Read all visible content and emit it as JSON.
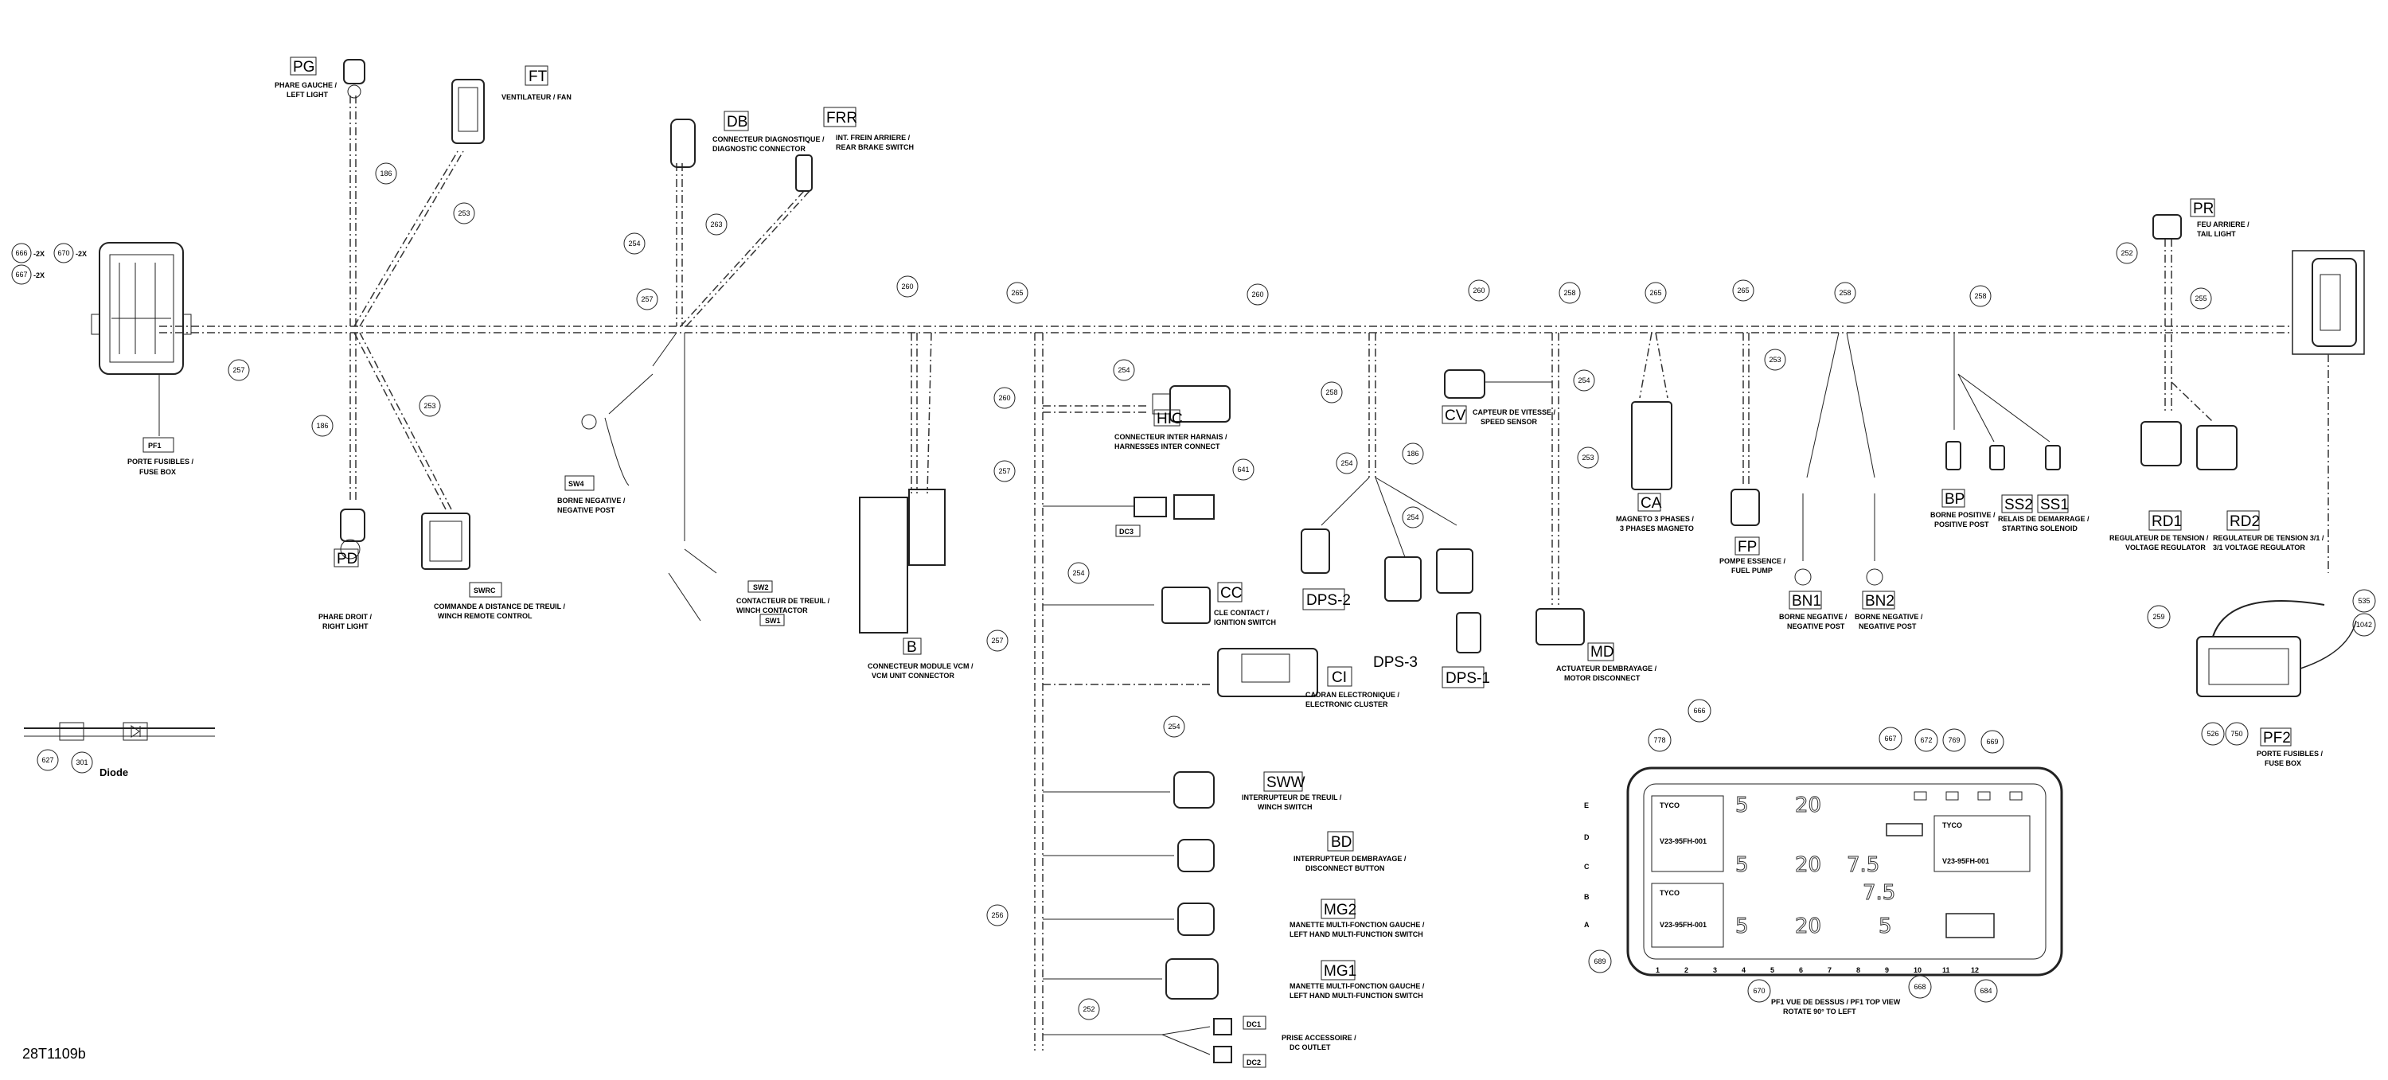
{
  "drawing_id": "28T1109b",
  "diode_label": "Diode",
  "diode_numbers": [
    "627",
    "301"
  ],
  "fusebox_refs": [
    {
      "num": "666",
      "mult": "-2X"
    },
    {
      "num": "670",
      "mult": "-2X"
    },
    {
      "num": "667",
      "mult": "-2X"
    }
  ],
  "top_connectors": [
    {
      "code": "PG",
      "desc1": "PHARE GAUCHE /",
      "desc2": "LEFT LIGHT"
    },
    {
      "code": "FT",
      "desc1": "VENTILATEUR / FAN",
      "desc2": ""
    },
    {
      "code": "DB",
      "desc1": "CONNECTEUR DIAGNOSTIQUE /",
      "desc2": "DIAGNOSTIC CONNECTOR"
    },
    {
      "code": "FRR",
      "desc1": "INT. FREIN ARRIERE /",
      "desc2": "REAR BRAKE SWITCH"
    },
    {
      "code": "PR",
      "desc1": "FEU ARRIERE /",
      "desc2": "TAIL LIGHT"
    }
  ],
  "mid_connectors": [
    {
      "code": "PF1",
      "desc1": "PORTE FUSIBLES /",
      "desc2": "FUSE BOX"
    },
    {
      "code": "PD",
      "desc1": "PHARE DROIT /",
      "desc2": "RIGHT LIGHT"
    },
    {
      "code": "SWRC",
      "desc1": "COMMANDE A DISTANCE DE TREUIL /",
      "desc2": "WINCH REMOTE CONTROL"
    },
    {
      "code": "SW4",
      "desc1": "BORNE NEGATIVE /",
      "desc2": "NEGATIVE POST"
    },
    {
      "code": "SW2",
      "desc1": "CONTACTEUR DE TREUIL /",
      "desc2": "WINCH CONTACTOR"
    },
    {
      "code": "SW1",
      "desc1": "",
      "desc2": ""
    },
    {
      "code": "B",
      "desc1": "CONNECTEUR MODULE VCM /",
      "desc2": "VCM UNIT CONNECTOR"
    },
    {
      "code": "HIC",
      "desc1": "CONNECTEUR INTER HARNAIS /",
      "desc2": "HARNESSES INTER CONNECT"
    },
    {
      "code": "DC3",
      "desc1": "",
      "desc2": ""
    },
    {
      "code": "CC",
      "desc1": "CLE CONTACT /",
      "desc2": "IGNITION SWITCH"
    },
    {
      "code": "CI",
      "desc1": "CADRAN ELECTRONIQUE /",
      "desc2": "ELECTRONIC CLUSTER"
    },
    {
      "code": "DPS-3",
      "desc1": "",
      "desc2": ""
    },
    {
      "code": "DPS-2",
      "desc1": "",
      "desc2": ""
    },
    {
      "code": "DPS-1",
      "desc1": "",
      "desc2": ""
    },
    {
      "code": "CV",
      "desc1": "CAPTEUR DE VITESSE /",
      "desc2": "SPEED SENSOR"
    },
    {
      "code": "MD",
      "desc1": "ACTUATEUR DEMBRAYAGE /",
      "desc2": "MOTOR DISCONNECT"
    },
    {
      "code": "CA",
      "desc1": "MAGNETO 3 PHASES /",
      "desc2": "3 PHASES MAGNETO"
    },
    {
      "code": "FP",
      "desc1": "POMPE ESSENCE /",
      "desc2": "FUEL PUMP"
    },
    {
      "code": "BN1",
      "desc1": "BORNE NEGATIVE /",
      "desc2": "NEGATIVE POST"
    },
    {
      "code": "BN2",
      "desc1": "BORNE NEGATIVE /",
      "desc2": "NEGATIVE POST"
    },
    {
      "code": "BP",
      "desc1": "BORNE POSITIVE /",
      "desc2": "POSITIVE POST"
    },
    {
      "code": "SS2",
      "desc1": "RELAIS DE DEMARRAGE /",
      "desc2": "STARTING SOLENOID"
    },
    {
      "code": "SS1",
      "desc1": "",
      "desc2": ""
    },
    {
      "code": "RD1",
      "desc1": "REGULATEUR DE TENSION /",
      "desc2": "VOLTAGE REGULATOR"
    },
    {
      "code": "RD2",
      "desc1": "REGULATEUR DE TENSION 3/1 /",
      "desc2": "3/1 VOLTAGE REGULATOR"
    },
    {
      "code": "PF2",
      "desc1": "PORTE FUSIBLES /",
      "desc2": "FUSE BOX"
    }
  ],
  "lower_connectors": [
    {
      "code": "SWW",
      "desc1": "INTERRUPTEUR DE TREUIL /",
      "desc2": "WINCH SWITCH"
    },
    {
      "code": "BD",
      "desc1": "INTERRUPTEUR DEMBRAYAGE /",
      "desc2": "DISCONNECT BUTTON"
    },
    {
      "code": "MG2",
      "desc1": "MANETTE MULTI-FONCTION GAUCHE /",
      "desc2": "LEFT HAND MULTI-FUNCTION SWITCH"
    },
    {
      "code": "MG1",
      "desc1": "MANETTE MULTI-FONCTION GAUCHE /",
      "desc2": "LEFT HAND MULTI-FUNCTION SWITCH"
    },
    {
      "code": "DC1",
      "desc1": "PRISE ACCESSOIRE /",
      "desc2": "DC OUTLET"
    },
    {
      "code": "DC2",
      "desc1": "",
      "desc2": ""
    }
  ],
  "fuse_box_view": {
    "title": "PF1 VUE DE DESSUS / PF1 TOP VIEW",
    "subtitle": "ROTATE 90° TO LEFT",
    "rows": [
      "E",
      "D",
      "C",
      "B",
      "A"
    ],
    "cols": [
      "1",
      "2",
      "3",
      "4",
      "5",
      "6",
      "7",
      "8",
      "9",
      "10",
      "11",
      "12"
    ],
    "fuse_values": [
      "5",
      "20",
      "5",
      "20",
      "7.5",
      "7.5",
      "5",
      "20",
      "5"
    ],
    "relay_label": "TYCO",
    "relay_part": "V23-95FH-001",
    "callouts": [
      "778",
      "666",
      "667",
      "672",
      "769",
      "669",
      "689",
      "670",
      "668",
      "684"
    ]
  },
  "pf2_callouts": [
    "535",
    "1042",
    "259",
    "526",
    "750"
  ],
  "wire_numbers": [
    "186",
    "253",
    "254",
    "263",
    "257",
    "260",
    "265",
    "258",
    "255",
    "252",
    "257",
    "186",
    "253",
    "260",
    "257",
    "254",
    "641",
    "254",
    "257",
    "254",
    "258",
    "254",
    "186",
    "254",
    "254",
    "253",
    "253",
    "256",
    "252"
  ]
}
